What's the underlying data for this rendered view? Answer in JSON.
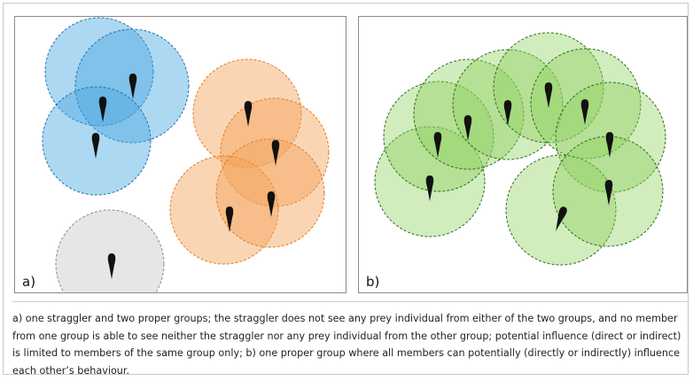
{
  "panels": [
    {
      "label": "a)",
      "colors": {
        "blue": "#4aa8e0",
        "blue_stroke": "#1f6fb2",
        "orange": "#f4a259",
        "orange_stroke": "#e07a1f",
        "grey": "#e3e3e3",
        "grey_stroke": "#8a8a8a"
      }
    },
    {
      "label": "b)",
      "colors": {
        "green": "#8ccf5a",
        "green_stroke": "#2f6b1f"
      }
    }
  ],
  "caption": "a) one straggler and two proper groups; the straggler does not see any prey individual from either of the two groups, and no member from one group is able to see neither the straggler nor any prey individual from the other group; potential influence (direct or indirect) is limited to members of the same group only; b) one proper group where all members can potentially (directly or indirectly) influence each other’s behaviour."
}
